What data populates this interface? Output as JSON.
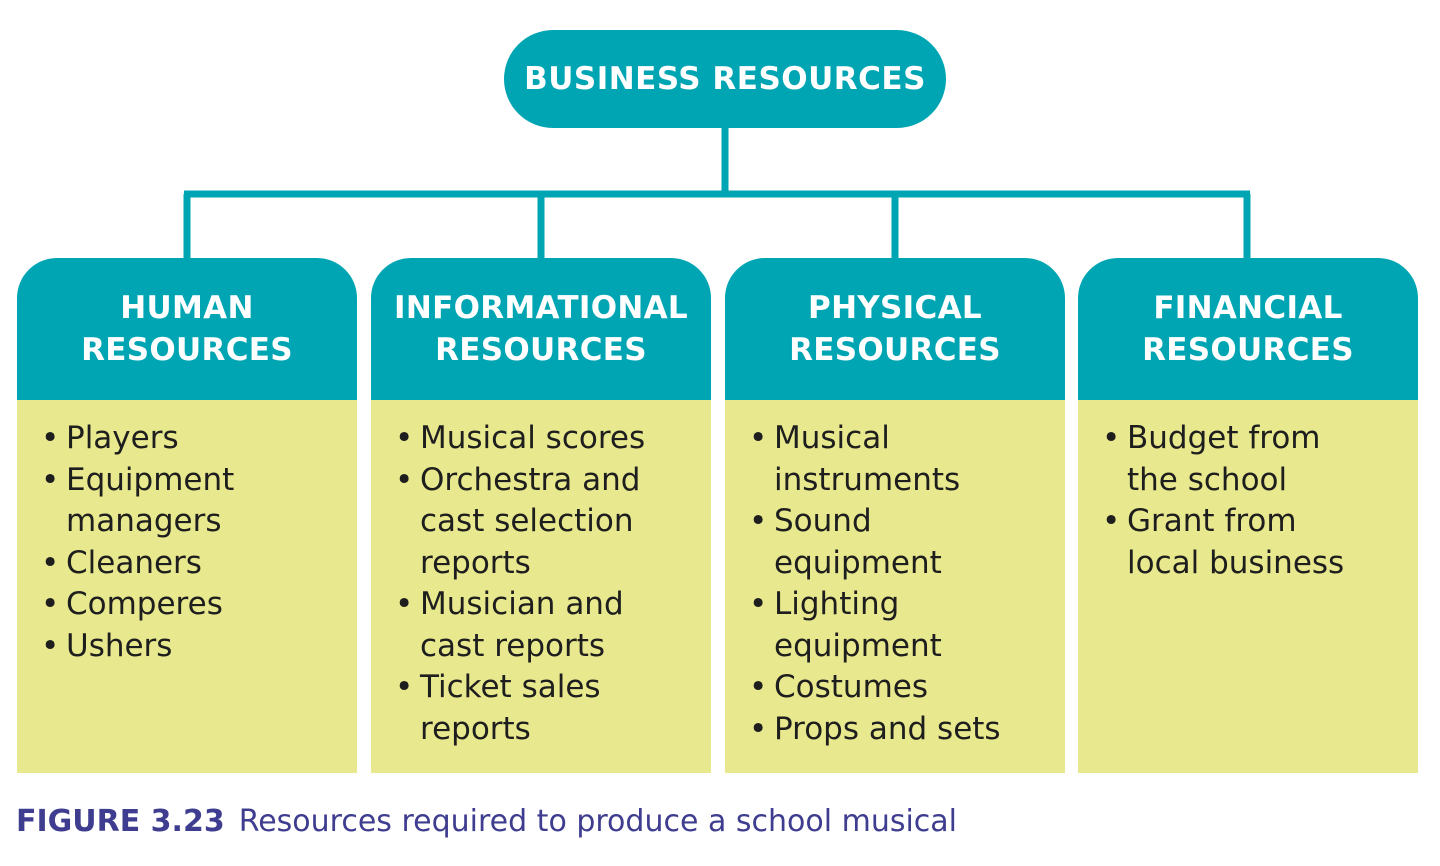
{
  "diagram": {
    "root": {
      "label": "BUSINESS RESOURCES"
    },
    "columns": [
      {
        "title": "HUMAN\nRESOURCES",
        "items": [
          "Players",
          "Equipment\nmanagers",
          "Cleaners",
          "Comperes",
          "Ushers"
        ]
      },
      {
        "title": "INFORMATIONAL\nRESOURCES",
        "items": [
          "Musical scores",
          "Orchestra and\ncast selection\nreports",
          "Musician and\ncast reports",
          "Ticket sales\nreports"
        ]
      },
      {
        "title": "PHYSICAL\nRESOURCES",
        "items": [
          "Musical\ninstruments",
          "Sound\nequipment",
          "Lighting\nequipment",
          "Costumes",
          "Props and sets"
        ]
      },
      {
        "title": "FINANCIAL\nRESOURCES",
        "items": [
          "Budget from\nthe school",
          "Grant from\nlocal business"
        ]
      }
    ]
  },
  "caption": {
    "figure": "FIGURE 3.23",
    "text": "Resources required to produce a school musical"
  },
  "colors": {
    "teal": "#00a5b3",
    "body": "#e8e88e",
    "caption": "#3f3d8f"
  }
}
